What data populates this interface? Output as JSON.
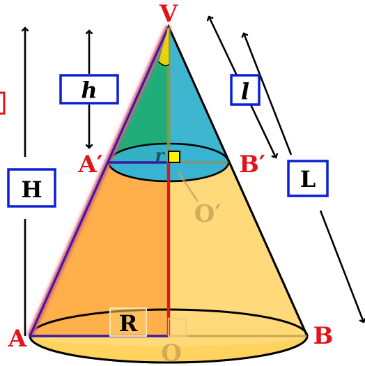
{
  "points": {
    "apex": "V",
    "bottom_left": "A",
    "bottom_right": "B",
    "bottom_center": "O",
    "top_left": "A′",
    "top_right": "B′",
    "top_center": "O′"
  },
  "measures": {
    "big_height": "H",
    "small_height": "h",
    "small_slant": "l",
    "big_slant": "L",
    "big_radius": "R",
    "small_radius": "r"
  },
  "colors": {
    "cone_fill": "#ffd97a",
    "left_face_fill": "#ffab45",
    "small_cone_teal": "#3fb6cf",
    "small_cone_green": "#1fae7a",
    "point_label": "#e0141b",
    "box_border": "#0a1fd6",
    "height_line": "#e0141b",
    "triangle_edge": "#3a1aa0"
  }
}
